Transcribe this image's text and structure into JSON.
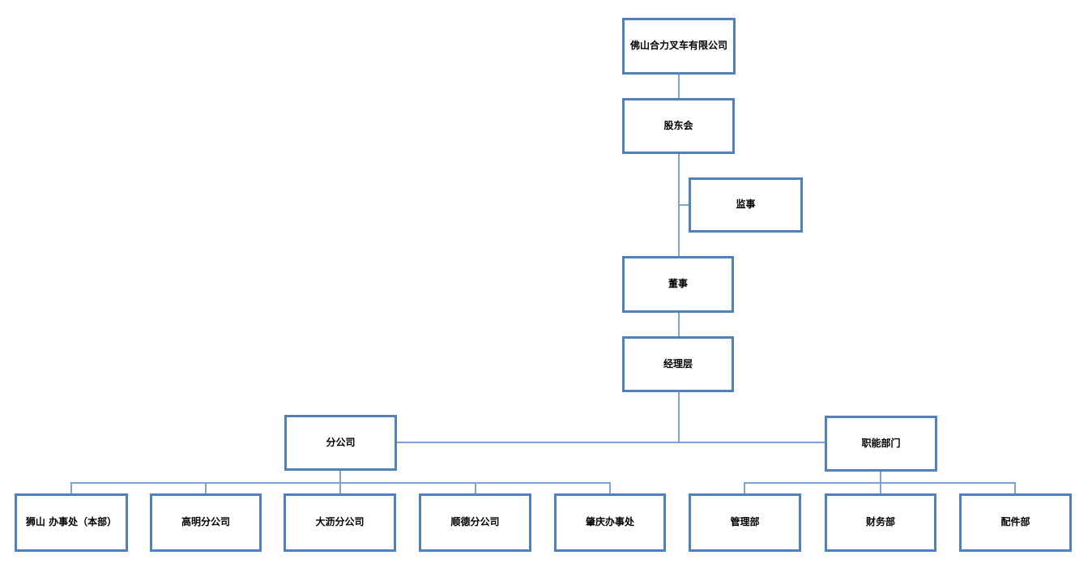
{
  "diagram": {
    "type": "org-chart",
    "colors": {
      "box_border": "#4f81bd",
      "connector": "#7ba3d4",
      "background": "#ffffff",
      "text": "#000000"
    },
    "nodes": {
      "company": {
        "label": "佛山合力叉车有限公司"
      },
      "shareholders": {
        "label": "股东会"
      },
      "supervisor": {
        "label": "监事"
      },
      "director": {
        "label": "董事"
      },
      "management": {
        "label": "经理层"
      },
      "branches": {
        "label": "分公司"
      },
      "functional": {
        "label": "职能部门"
      },
      "branch_children": [
        {
          "label": "狮山 办事处（本部）"
        },
        {
          "label": "高明分公司"
        },
        {
          "label": "大沥分公司"
        },
        {
          "label": "顺德分公司"
        },
        {
          "label": "肇庆办事处"
        }
      ],
      "functional_children": [
        {
          "label": "管理部"
        },
        {
          "label": "财务部"
        },
        {
          "label": "配件部"
        }
      ]
    }
  }
}
